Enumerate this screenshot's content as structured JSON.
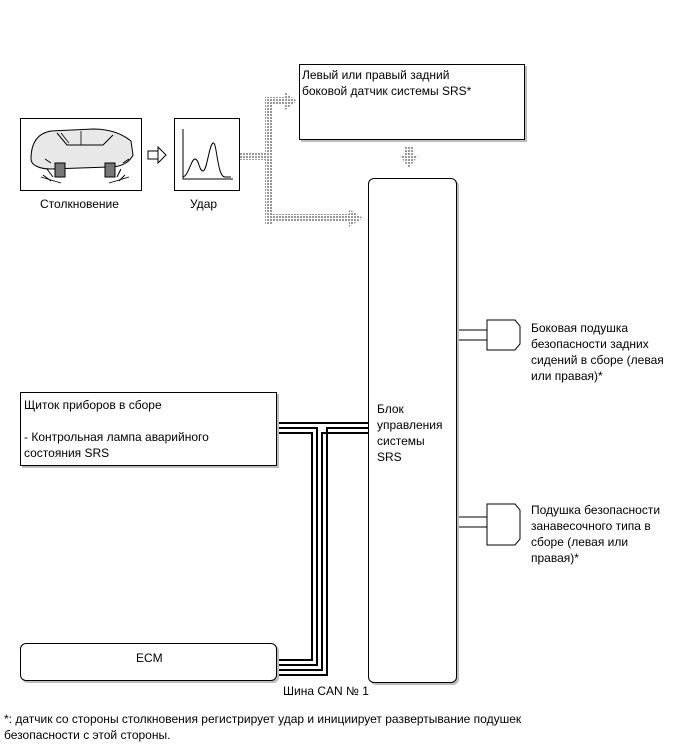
{
  "labels": {
    "rear_side_sensor": "Левый или правый задний\nбоковой датчик системы SRS*",
    "collision": "Столкновение",
    "impact": "Удар",
    "srs_unit": "Блок\nуправления\nсистемы\nSRS",
    "rear_seat_airbag": "Боковая подушка\nбезопасности задних\nсидений в сборе (левая\nили правая)*",
    "curtain_airbag": "Подушка безопасности\nзанавесочного типа в\nсборе (левая или\nправая)*",
    "instrument_panel": "Щиток приборов в сборе\n\n- Контрольная лампа аварийного\nсостояния SRS",
    "ecm": "ECM",
    "can_bus": "Шина CAN № 1",
    "footnote": "*: датчик со стороны столкновения регистрирует удар и инициирует развертывание подушек\nбезопасности с этой стороны."
  },
  "colors": {
    "line": "#000000",
    "dotted_arrow": "#9a9a9a",
    "shadow": "#bdbdbd"
  }
}
